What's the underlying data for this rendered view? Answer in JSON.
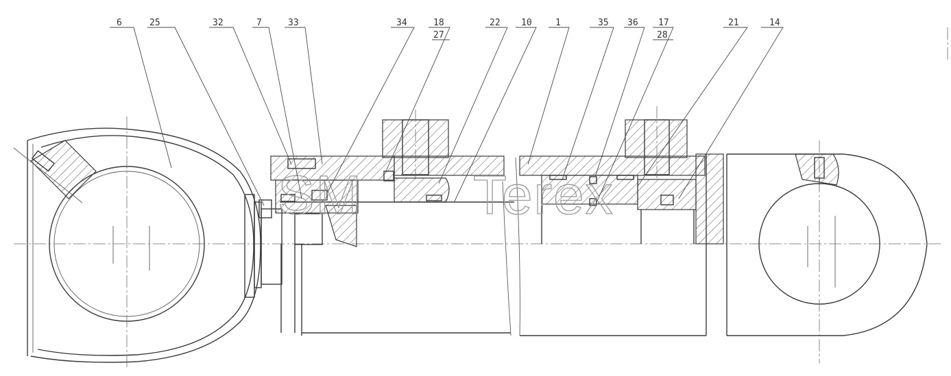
{
  "callouts": [
    {
      "id": "c6",
      "text": "6"
    },
    {
      "id": "c25",
      "text": "25"
    },
    {
      "id": "c32",
      "text": "32"
    },
    {
      "id": "c7",
      "text": "7"
    },
    {
      "id": "c33",
      "text": "33"
    },
    {
      "id": "c34",
      "text": "34"
    },
    {
      "id": "c18",
      "text": "18"
    },
    {
      "id": "c27",
      "text": "27"
    },
    {
      "id": "c22",
      "text": "22"
    },
    {
      "id": "c10",
      "text": "10"
    },
    {
      "id": "c1",
      "text": "1"
    },
    {
      "id": "c35",
      "text": "35"
    },
    {
      "id": "c36",
      "text": "36"
    },
    {
      "id": "c17",
      "text": "17"
    },
    {
      "id": "c28",
      "text": "28"
    },
    {
      "id": "c21",
      "text": "21"
    },
    {
      "id": "c14",
      "text": "14"
    }
  ],
  "watermark": {
    "left": "SM",
    "right": "Terex"
  },
  "colors": {
    "line": "#3a3a3a",
    "background": "#ffffff",
    "watermark": "#9a9a9a"
  }
}
